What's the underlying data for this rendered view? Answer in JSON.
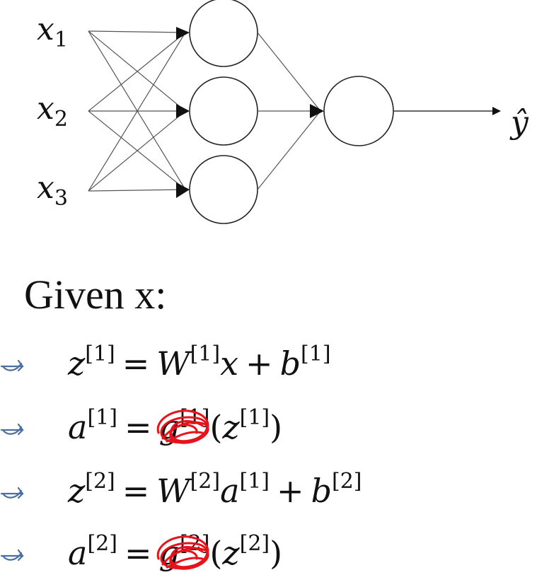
{
  "diagram": {
    "inputs": [
      "x",
      "x",
      "x"
    ],
    "input_subscripts": [
      "1",
      "2",
      "3"
    ],
    "output_label": "ŷ"
  },
  "heading": "Given  x:",
  "equations": [
    {
      "lhs": "z",
      "lhs_sup": "[1]",
      "eq": "=",
      "t1": "W",
      "t1_sup": "[1]",
      "t2": "x",
      "plus": "+",
      "t3": "b",
      "t3_sup": "[1]"
    },
    {
      "lhs": "a",
      "lhs_sup": "[1]",
      "eq": "=",
      "fn": "g",
      "fn_sup": "[1]",
      "open": "(",
      "arg": "z",
      "arg_sup": "[1]",
      "close": ")"
    },
    {
      "lhs": "z",
      "lhs_sup": "[2]",
      "eq": "=",
      "t1": "W",
      "t1_sup": "[2]",
      "t2": "a",
      "t2_sup": "[1]",
      "plus": "+",
      "t3": "b",
      "t3_sup": "[2]"
    },
    {
      "lhs": "a",
      "lhs_sup": "[2]",
      "eq": "=",
      "fn": "g",
      "fn_sup": "[2]",
      "open": "(",
      "arg": "z",
      "arg_sup": "[2]",
      "close": ")"
    }
  ],
  "colors": {
    "ink": "#111111",
    "annotation_arrow": "#4a6fa0",
    "scribble": "#e8121b"
  }
}
